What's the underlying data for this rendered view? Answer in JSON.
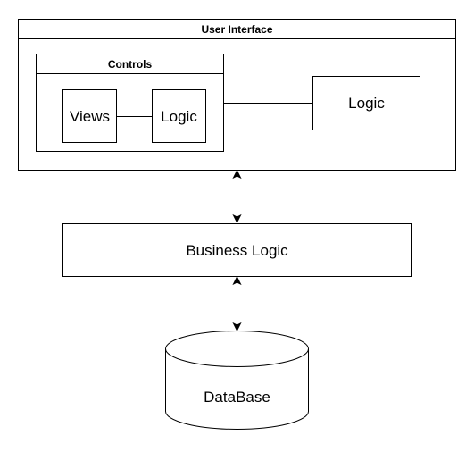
{
  "user_interface": {
    "title": "User Interface"
  },
  "controls": {
    "title": "Controls",
    "views_label": "Views",
    "logic_label": "Logic"
  },
  "ui_logic": {
    "label": "Logic"
  },
  "business_logic": {
    "label": "Business Logic"
  },
  "database": {
    "label": "DataBase"
  },
  "colors": {
    "stroke": "#000000",
    "fill": "#ffffff"
  }
}
